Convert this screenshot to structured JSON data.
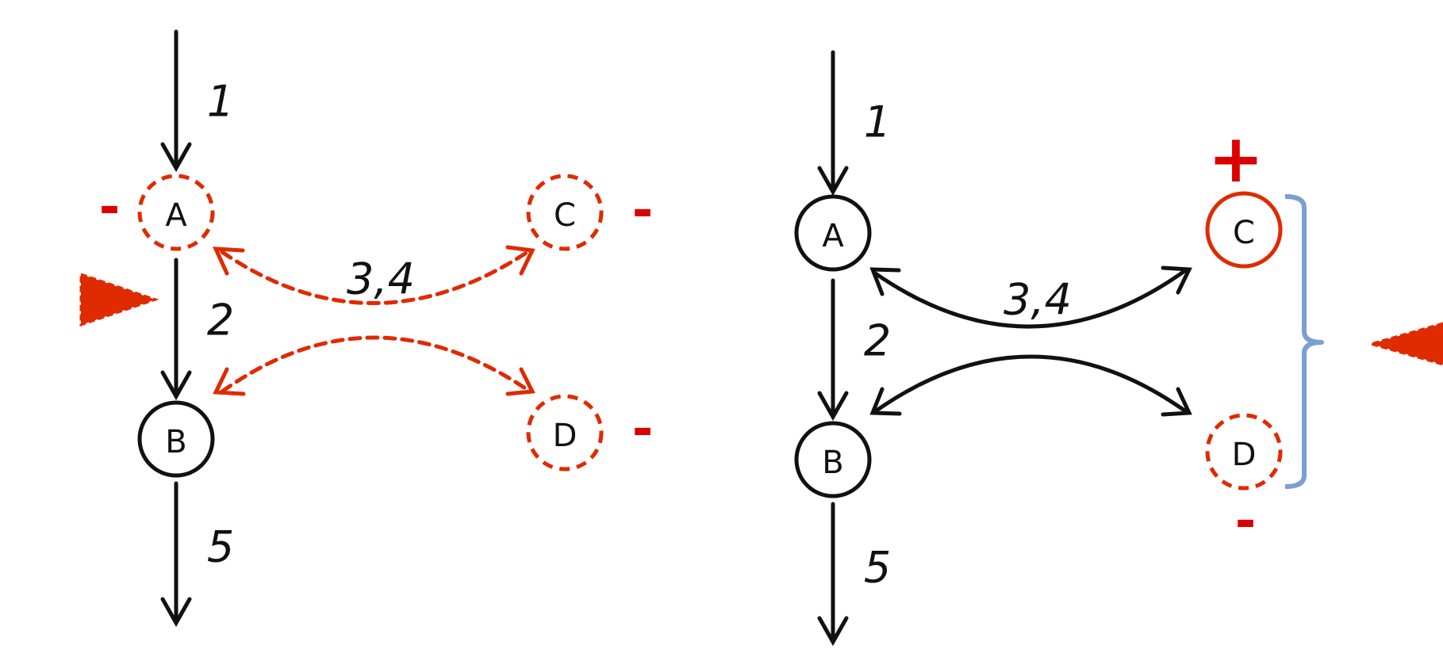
{
  "colors": {
    "black": "#111111",
    "red": "#e02a00",
    "sign_red": "#dd0000",
    "bracket_blue": "#7b9fd3"
  },
  "left_panel": {
    "nodes": {
      "A": "A",
      "B": "B",
      "C": "C",
      "D": "D"
    },
    "steps": {
      "s1": "1",
      "s2": "2",
      "s34": "3,4",
      "s5": "5"
    },
    "signs": {
      "A": "-",
      "C": "-",
      "D": "-"
    }
  },
  "right_panel": {
    "nodes": {
      "A": "A",
      "B": "B",
      "C": "C",
      "D": "D"
    },
    "steps": {
      "s1": "1",
      "s2": "2",
      "s34": "3,4",
      "s5": "5"
    },
    "signs": {
      "C": "+",
      "D": "-"
    }
  }
}
